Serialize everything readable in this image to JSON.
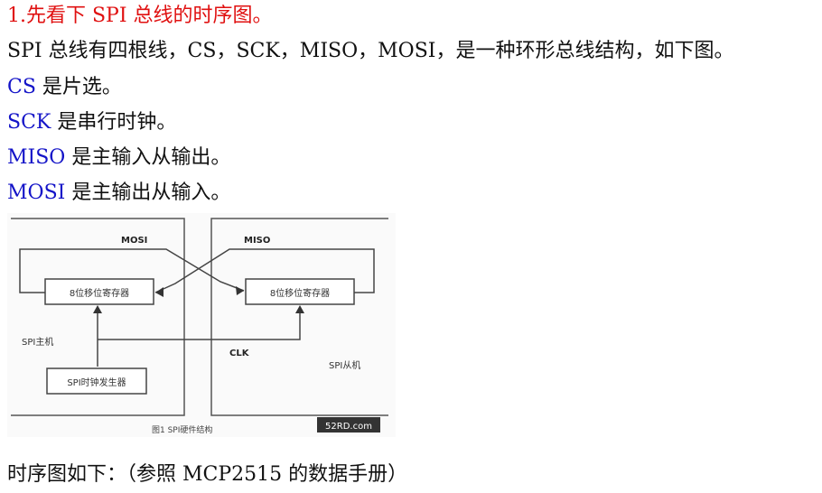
{
  "heading": "1.先看下 SPI 总线的时序图。",
  "intro": "SPI 总线有四根线，CS，SCK，MISO，MOSI，是一种环形总线结构，如下图。",
  "signals": [
    {
      "term": "CS",
      "desc": " 是片选。"
    },
    {
      "term": "SCK",
      "desc": " 是串行时钟。"
    },
    {
      "term": "MISO",
      "desc": " 是主输入从输出。"
    },
    {
      "term": "MOSI",
      "desc": " 是主输出从输入。"
    }
  ],
  "figure": {
    "mosi_label": "MOSI",
    "miso_label": "MISO",
    "master_shift_register": "8位移位寄存器",
    "slave_shift_register": "8位移位寄存器",
    "master_label": "SPI主机",
    "slave_label": "SPI从机",
    "clk_label": "CLK",
    "clock_generator": "SPI时钟发生器",
    "caption": "图1  SPI硬件结构",
    "watermark": "52RD.com"
  },
  "footer": "时序图如下：（参照 MCP2515 的数据手册）"
}
